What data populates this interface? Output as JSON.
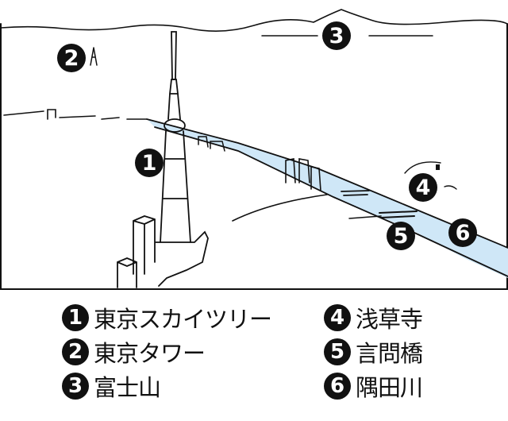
{
  "colors": {
    "river": "#cfe7f7",
    "ink": "#111111"
  },
  "markers": {
    "m1": "1",
    "m2": "2",
    "m3": "3",
    "m4": "4",
    "m5": "5",
    "m6": "6"
  },
  "legend": [
    {
      "num": "1",
      "label": "東京スカイツリー"
    },
    {
      "num": "2",
      "label": "東京タワー"
    },
    {
      "num": "3",
      "label": "富士山"
    },
    {
      "num": "4",
      "label": "浅草寺"
    },
    {
      "num": "5",
      "label": "言問橋"
    },
    {
      "num": "6",
      "label": "隅田川"
    }
  ]
}
